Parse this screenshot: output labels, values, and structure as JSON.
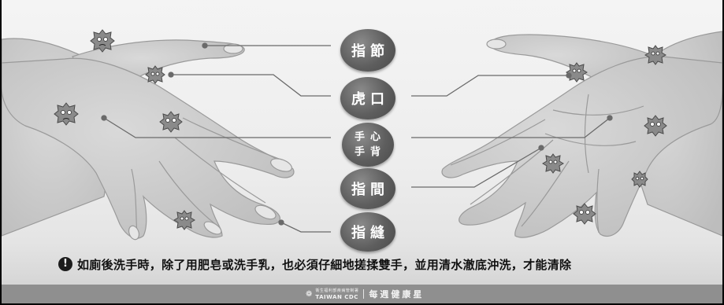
{
  "labels": {
    "joint": "指節",
    "thumb_web": "虎口",
    "palm": "手心",
    "back": "手背",
    "between": "指間",
    "gap": "指縫"
  },
  "tip": {
    "icon": "exclamation-icon",
    "text": "如廁後洗手時，除了用肥皂或洗手乳，也必須仔細地搓揉雙手，並用清水澈底沖洗，才能清除"
  },
  "footer": {
    "mark": "❁",
    "org_zh": "衛生福利部疾病管制署",
    "org_en": "TAIWAN CDC",
    "brand": "每週健康星"
  },
  "colors": {
    "pill": "#5e5e5e",
    "footer": "#8f8f8f",
    "line": "#6a6a6a"
  }
}
